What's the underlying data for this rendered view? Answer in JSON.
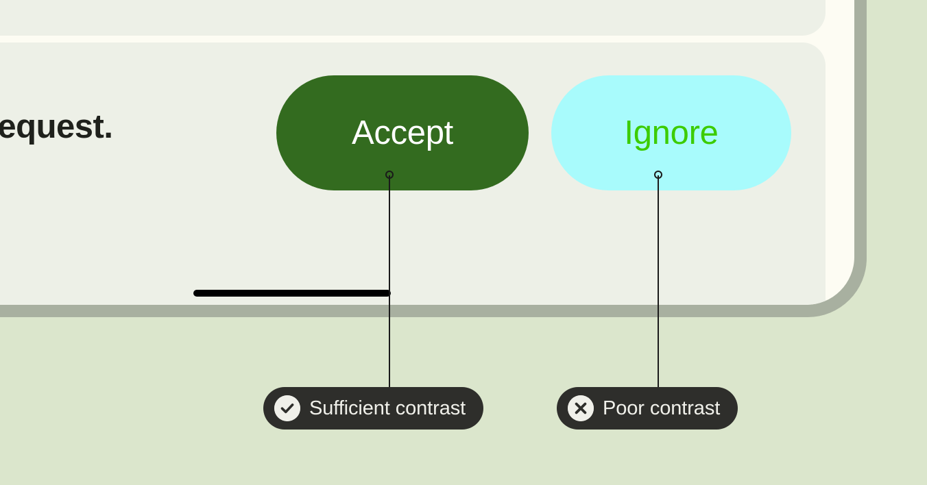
{
  "meta": {
    "scene": "mobile-ui-contrast-annotation",
    "page_background": "#dbe6cc"
  },
  "device": {
    "frame_color": "#a8b0a0",
    "screen_background": "#fdfcf3",
    "home_indicator_color": "#000000"
  },
  "card": {
    "background": "#edf0e7",
    "body_text": "a request."
  },
  "actions": {
    "accept": {
      "label": "Accept",
      "background": "#336b1f",
      "text_color": "#ffffff"
    },
    "ignore": {
      "label": "Ignore",
      "background": "#a8fbfc",
      "text_color": "#3ccc00"
    }
  },
  "annotations": [
    {
      "label": "Sufficient contrast",
      "icon": "check-circle-icon",
      "badge_background": "#2e2e2b",
      "badge_text_color": "#f0f0ea",
      "target": "accept"
    },
    {
      "label": "Poor contrast",
      "icon": "x-circle-icon",
      "badge_background": "#2e2e2b",
      "badge_text_color": "#f0f0ea",
      "target": "ignore"
    }
  ]
}
